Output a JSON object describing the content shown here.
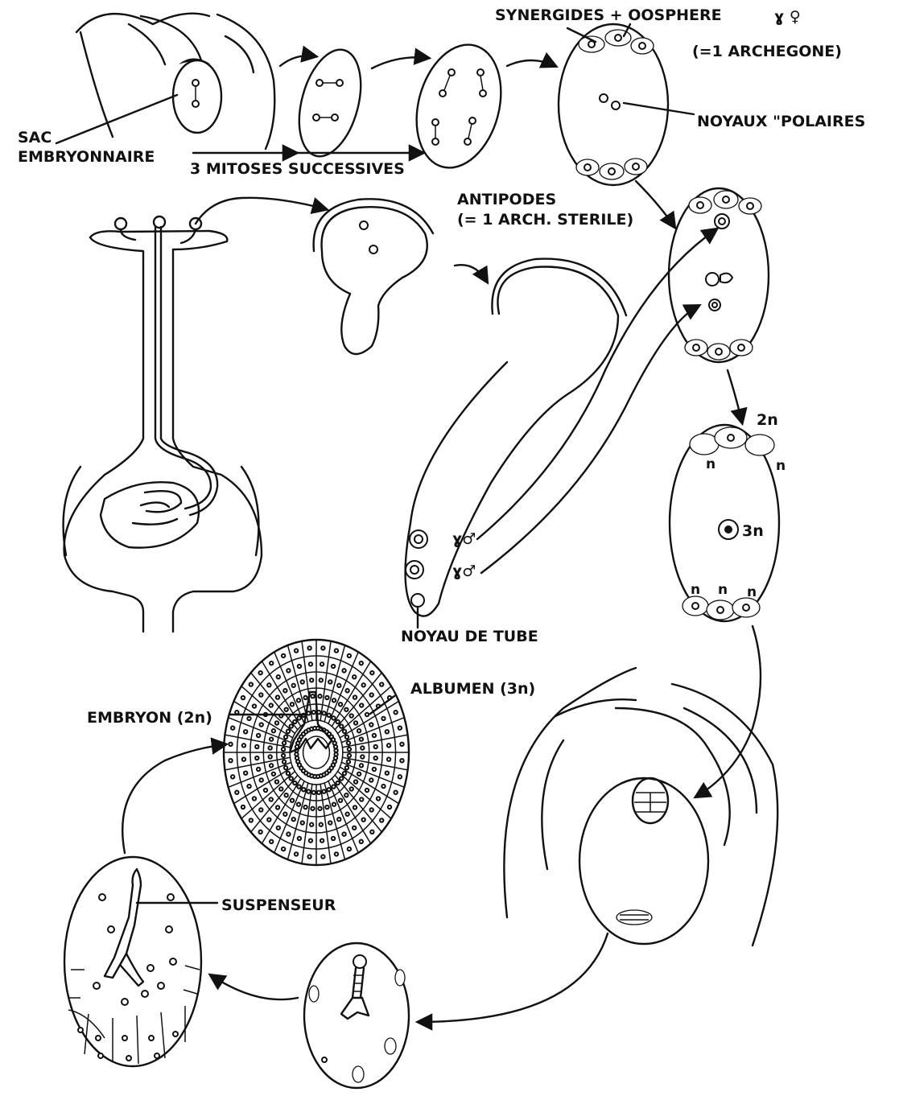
{
  "labels": {
    "synergides_oosphere": "SYNERGIDES + OOSPHERE",
    "female_symbol": "ɣ ♀",
    "archegone": "(=1 ARCHEGONE)",
    "noyaux_polaires": "NOYAUX \"POLAIRES",
    "sac_embryonnaire_1": "SAC",
    "sac_embryonnaire_2": "EMBRYONNAIRE",
    "mitoses": "3 MITOSES SUCCESSIVES",
    "antipodes_1": "ANTIPODES",
    "antipodes_2": "(= 1 ARCH. STERILE)",
    "male_1": "ɣ♂",
    "male_2": "ɣ♂",
    "noyau_de_tube": "NOYAU DE TUBE",
    "ploidy_2n": "2n",
    "ploidy_n_left": "n",
    "ploidy_n_right": "n",
    "ploidy_3n": "3n",
    "ploidy_n_b1": "n",
    "ploidy_n_b2": "n",
    "ploidy_n_b3": "n",
    "albumen": "ALBUMEN (3n)",
    "embryon": "EMBRYON (2n)",
    "suspenseur": "SUSPENSEUR"
  }
}
